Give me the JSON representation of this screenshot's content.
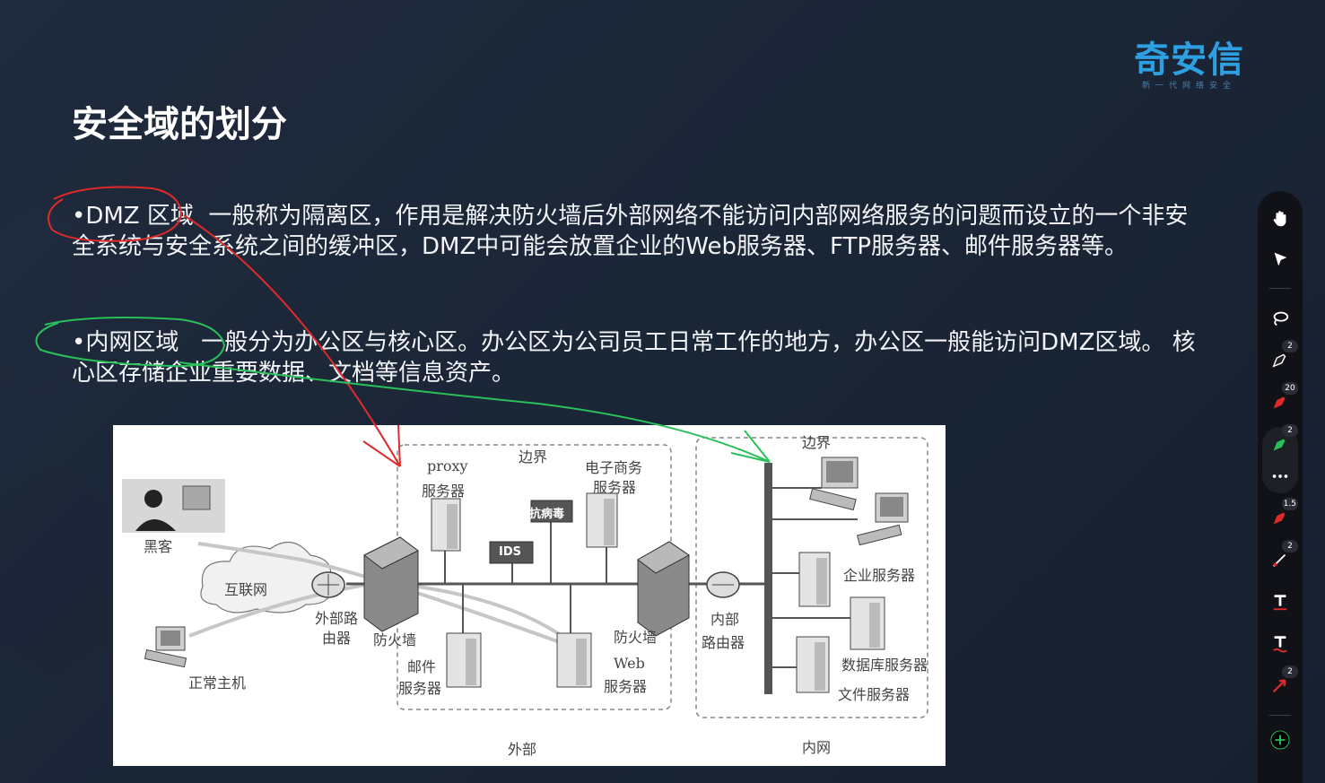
{
  "slide": {
    "title": "安全域的划分",
    "logo": {
      "name": "奇安信",
      "tagline": "新一代网络安全"
    },
    "paragraphs": [
      {
        "term": "•DMZ 区域",
        "text": "一般称为隔离区，作用是解决防火墙后外部网络不能访问内部网络服务的问题而设立的一个非安全系统与安全系统之间的缓冲区，DMZ中可能会放置企业的Web服务器、FTP服务器、邮件服务器等。"
      },
      {
        "term": "•内网区域",
        "text": "一般分为办公区与核心区。办公区为公司员工日常工作的地方，办公区一般能访问DMZ区域。 核心区存储企业重要数据、文档等信息资产。"
      }
    ]
  },
  "diagram": {
    "labels": {
      "hacker": "黑客",
      "internet": "互联网",
      "normal_host": "正常主机",
      "ext_router": "外部路由器",
      "firewall1": "防火墙",
      "proxy": "proxy",
      "proxy_server": "服务器",
      "border1": "边界",
      "ecommerce": "电子商务",
      "ecommerce_server": "服务器",
      "antivirus": "抗病毒",
      "ids": "IDS",
      "mail": "邮件",
      "mail_server": "服务器",
      "web": "Web",
      "web_server": "服务器",
      "firewall2": "防火墙",
      "int_router_1": "内部",
      "int_router_2": "路由器",
      "border2": "边界",
      "enterprise_server": "企业服务器",
      "db_server": "数据库服务器",
      "file_server": "文件服务器",
      "external": "外部",
      "intranet": "内网"
    }
  },
  "toolbar": {
    "tools": [
      {
        "icon": "hand-icon"
      },
      {
        "icon": "pointer-icon"
      },
      {
        "icon": "lasso-icon"
      },
      {
        "icon": "pen-icon",
        "badge": "2"
      },
      {
        "icon": "highlighter-red-icon",
        "badge": "20"
      },
      {
        "icon": "pen-green-icon",
        "badge": "2"
      },
      {
        "icon": "more-icon"
      },
      {
        "icon": "laser-icon",
        "badge": "1.5"
      },
      {
        "icon": "line-icon",
        "badge": "2"
      },
      {
        "icon": "text-icon"
      },
      {
        "icon": "text-wave-icon"
      },
      {
        "icon": "arrow-icon",
        "badge": "2"
      },
      {
        "icon": "add-icon"
      }
    ],
    "colors": {
      "red": "#e02a2a",
      "green": "#29c05a",
      "white": "#ffffff"
    }
  }
}
